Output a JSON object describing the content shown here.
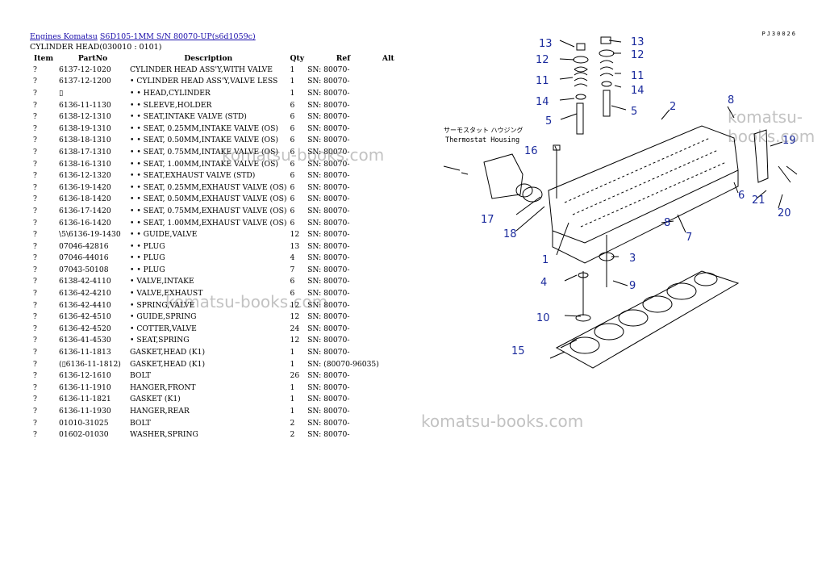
{
  "breadcrumb": {
    "link1": "Engines Komatsu",
    "link2": "S6D105-1MM S/N 80070-UP(s6d1059c)"
  },
  "subtitle": "CYLINDER HEAD(030010 : 0101)",
  "corner_id": "PJ30026",
  "watermark": "komatsu-books.com",
  "headers": {
    "item": "Item",
    "partno": "PartNo",
    "description": "Description",
    "qty": "Qty",
    "ref": "Ref",
    "alt": "Alt"
  },
  "rows": [
    {
      "item": "?",
      "partno": "6137-12-1020",
      "description": "CYLINDER HEAD ASS'Y,WITH VALVE",
      "qty": "1",
      "ref": "SN: 80070-"
    },
    {
      "item": "?",
      "partno": "6137-12-1200",
      "description": "• CYLINDER HEAD ASS'Y,VALVE LESS",
      "qty": "1",
      "ref": "SN: 80070-"
    },
    {
      "item": "?",
      "partno": "▯",
      "description": "• • HEAD,CYLINDER",
      "qty": "1",
      "ref": "SN: 80070-"
    },
    {
      "item": "?",
      "partno": "6136-11-1130",
      "description": "• • SLEEVE,HOLDER",
      "qty": "6",
      "ref": "SN: 80070-"
    },
    {
      "item": "?",
      "partno": "6138-12-1310",
      "description": "• • SEAT,INTAKE VALVE (STD)",
      "qty": "6",
      "ref": "SN: 80070-"
    },
    {
      "item": "?",
      "partno": "6138-19-1310",
      "description": "• • SEAT, 0.25MM,INTAKE VALVE (OS)",
      "qty": "6",
      "ref": "SN: 80070-"
    },
    {
      "item": "?",
      "partno": "6138-18-1310",
      "description": "• • SEAT, 0.50MM,INTAKE VALVE (OS)",
      "qty": "6",
      "ref": "SN: 80070-"
    },
    {
      "item": "?",
      "partno": "6138-17-1310",
      "description": "• • SEAT, 0.75MM,INTAKE VALVE (OS)",
      "qty": "6",
      "ref": "SN: 80070-"
    },
    {
      "item": "?",
      "partno": "6138-16-1310",
      "description": "• • SEAT, 1.00MM,INTAKE VALVE (OS)",
      "qty": "6",
      "ref": "SN: 80070-"
    },
    {
      "item": "?",
      "partno": "6136-12-1320",
      "description": "• • SEAT,EXHAUST VALVE (STD)",
      "qty": "6",
      "ref": "SN: 80070-"
    },
    {
      "item": "?",
      "partno": "6136-19-1420",
      "description": "• • SEAT, 0.25MM,EXHAUST VALVE (OS)",
      "qty": "6",
      "ref": "SN: 80070-"
    },
    {
      "item": "?",
      "partno": "6136-18-1420",
      "description": "• • SEAT, 0.50MM,EXHAUST VALVE (OS)",
      "qty": "6",
      "ref": "SN: 80070-"
    },
    {
      "item": "?",
      "partno": "6136-17-1420",
      "description": "• • SEAT, 0.75MM,EXHAUST VALVE (OS)",
      "qty": "6",
      "ref": "SN: 80070-"
    },
    {
      "item": "?",
      "partno": "6136-16-1420",
      "description": "• • SEAT, 1.00MM,EXHAUST VALVE (OS)",
      "qty": "6",
      "ref": "SN: 80070-"
    },
    {
      "item": "?",
      "partno": "\\5\\6136-19-1430",
      "description": "• • GUIDE,VALVE",
      "qty": "12",
      "ref": "SN: 80070-"
    },
    {
      "item": "?",
      "partno": "07046-42816",
      "description": "• • PLUG",
      "qty": "13",
      "ref": "SN: 80070-"
    },
    {
      "item": "?",
      "partno": "07046-44016",
      "description": "• • PLUG",
      "qty": "4",
      "ref": "SN: 80070-"
    },
    {
      "item": "?",
      "partno": "07043-50108",
      "description": "• • PLUG",
      "qty": "7",
      "ref": "SN: 80070-"
    },
    {
      "item": "?",
      "partno": "6138-42-4110",
      "description": "• VALVE,INTAKE",
      "qty": "6",
      "ref": "SN: 80070-"
    },
    {
      "item": "?",
      "partno": "6136-42-4210",
      "description": "• VALVE,EXHAUST",
      "qty": "6",
      "ref": "SN: 80070-"
    },
    {
      "item": "?",
      "partno": "6136-42-4410",
      "description": "• SPRING,VALVE",
      "qty": "12",
      "ref": "SN: 80070-"
    },
    {
      "item": "?",
      "partno": "6136-42-4510",
      "description": "• GUIDE,SPRING",
      "qty": "12",
      "ref": "SN: 80070-"
    },
    {
      "item": "?",
      "partno": "6136-42-4520",
      "description": "• COTTER,VALVE",
      "qty": "24",
      "ref": "SN: 80070-"
    },
    {
      "item": "?",
      "partno": "6136-41-4530",
      "description": "• SEAT,SPRING",
      "qty": "12",
      "ref": "SN: 80070-"
    },
    {
      "item": "?",
      "partno": "6136-11-1813",
      "description": "GASKET,HEAD (K1)",
      "qty": "1",
      "ref": "SN: 80070-"
    },
    {
      "item": "?",
      "partno": "(▯6136-11-1812)",
      "description": "GASKET,HEAD (K1)",
      "qty": "1",
      "ref": "SN: (80070-96035)"
    },
    {
      "item": "?",
      "partno": "6136-12-1610",
      "description": "BOLT",
      "qty": "26",
      "ref": "SN: 80070-"
    },
    {
      "item": "?",
      "partno": "6136-11-1910",
      "description": "HANGER,FRONT",
      "qty": "1",
      "ref": "SN: 80070-"
    },
    {
      "item": "?",
      "partno": "6136-11-1821",
      "description": "GASKET (K1)",
      "qty": "1",
      "ref": "SN: 80070-"
    },
    {
      "item": "?",
      "partno": "6136-11-1930",
      "description": "HANGER,REAR",
      "qty": "1",
      "ref": "SN: 80070-"
    },
    {
      "item": "?",
      "partno": "01010-31025",
      "description": "BOLT",
      "qty": "2",
      "ref": "SN: 80070-"
    },
    {
      "item": "?",
      "partno": "01602-01030",
      "description": "WASHER,SPRING",
      "qty": "2",
      "ref": "SN: 80070-"
    }
  ],
  "diagram": {
    "housing_label_jp": "サーモスタット ハウジング",
    "housing_label_en": "Thermostat Housing",
    "callouts": [
      "13",
      "13",
      "12",
      "12",
      "11",
      "11",
      "14",
      "14",
      "5",
      "5",
      "2",
      "8",
      "19",
      "16",
      "6",
      "21",
      "20",
      "17",
      "18",
      "8",
      "7",
      "1",
      "3",
      "4",
      "9",
      "10",
      "15"
    ],
    "accent": "#1a2a9c"
  }
}
